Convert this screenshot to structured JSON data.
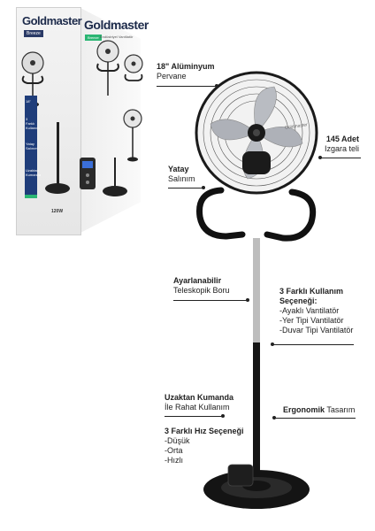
{
  "box": {
    "brand": "Goldmaster",
    "tag": "Breeze",
    "side_text": "Endüstriyel Vantilatör",
    "front_items": [
      "18\"",
      "3 Farklı Kullanım",
      "Yatay Salınım",
      "Uzaktan Kumanda"
    ],
    "power": "120W"
  },
  "callouts": {
    "blade": {
      "bold": "18\" Alüminyum",
      "regular": "Pervane"
    },
    "grid": {
      "bold": "145 Adet",
      "regular": "Izgara teli"
    },
    "oscillation": {
      "bold": "Yatay",
      "regular": "Salınım"
    },
    "telescopic": {
      "bold": "Ayarlanabilir",
      "regular": "Teleskopik Boru"
    },
    "usage": {
      "bold1": "3 Farklı Kullanım",
      "bold2": "Seçeneği:",
      "items": [
        "-Ayaklı Vantilatör",
        "-Yer Tipi Vantilatör",
        "-Duvar Tipi Vantilatör"
      ]
    },
    "remote": {
      "bold": "Uzaktan Kumanda",
      "regular": "İle Rahat Kullanım"
    },
    "speed": {
      "bold": "3 Farklı Hız Seçeneği",
      "items": [
        "-Düşük",
        "-Orta",
        "-Hızlı"
      ]
    },
    "ergonomic": {
      "bold": "Ergonomik",
      "regular": "Tasarım"
    }
  },
  "fan": {
    "label": "Goldmaster"
  }
}
